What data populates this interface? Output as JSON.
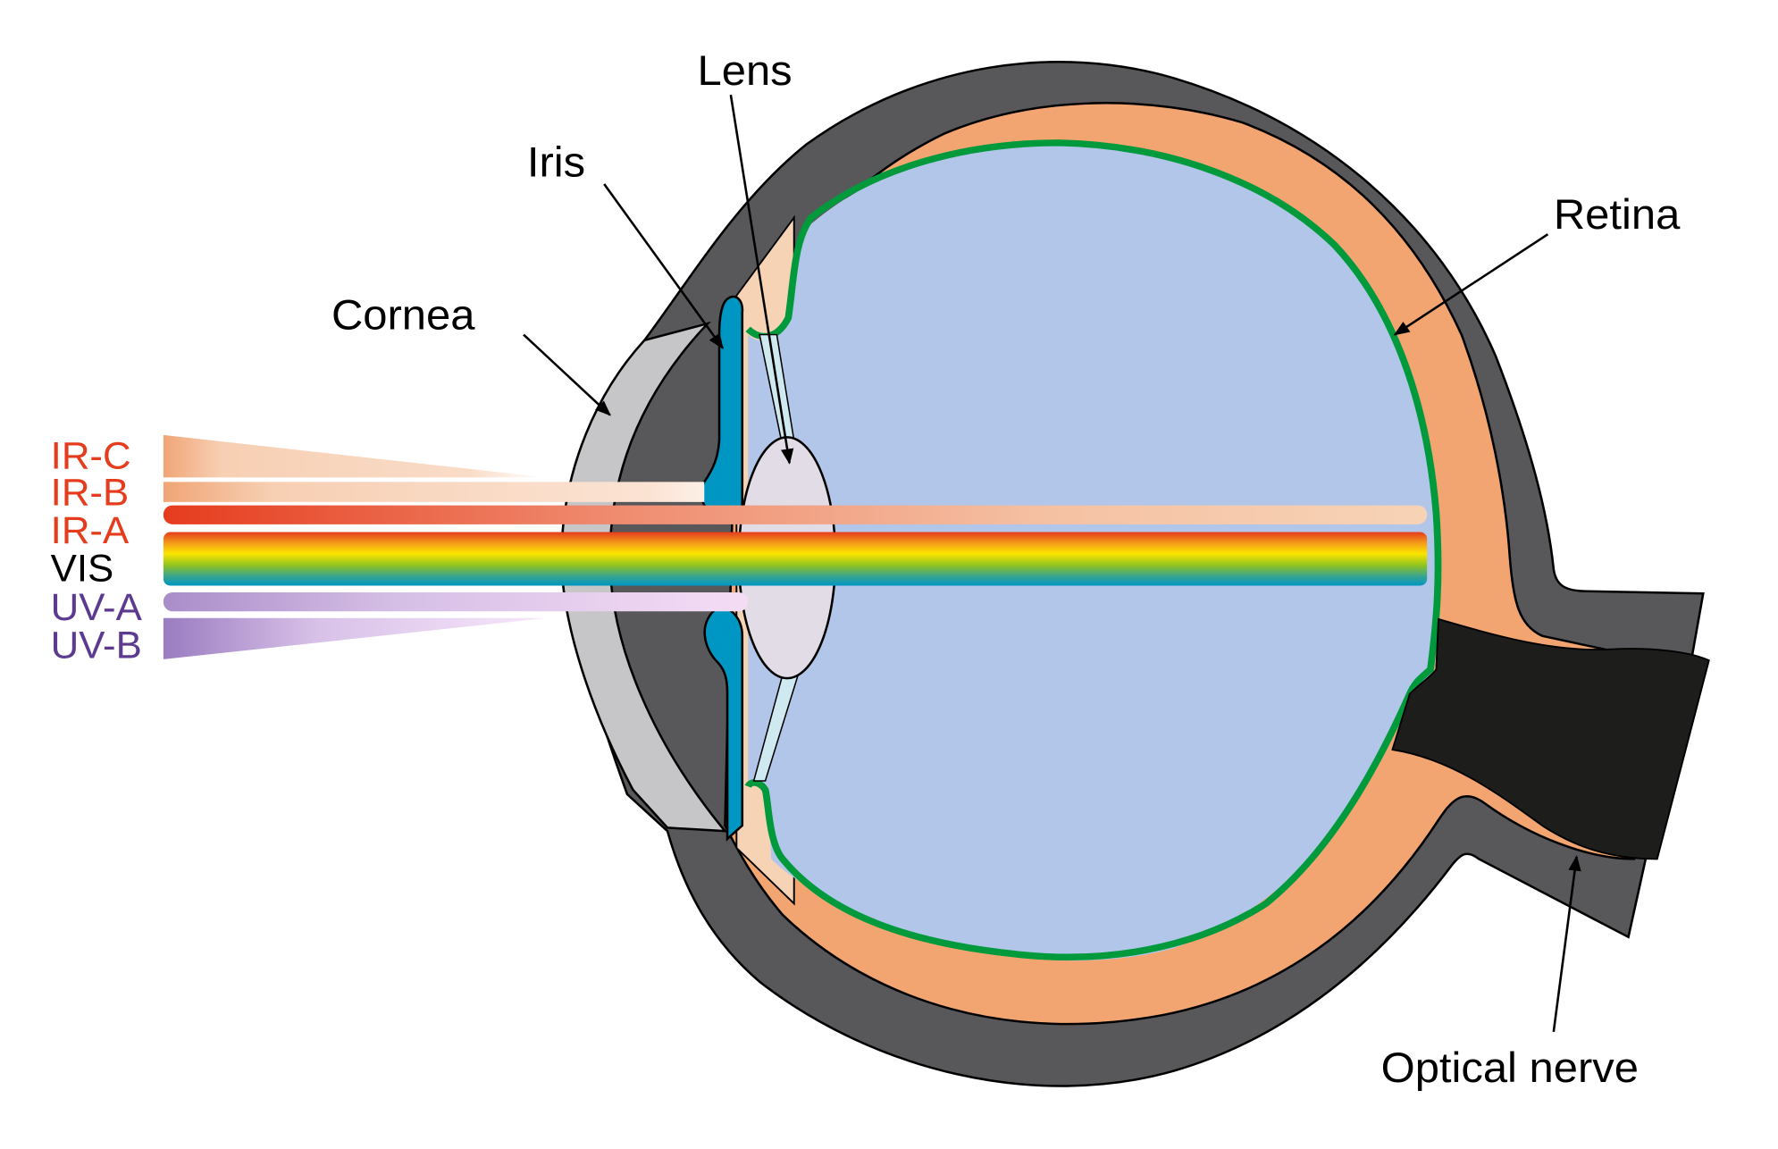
{
  "title": "Human eye cross-section with optical radiation bands",
  "labels": {
    "lens": "Lens",
    "iris": "Iris",
    "cornea": "Cornea",
    "retina": "Retina",
    "optical_nerve": "Optical nerve"
  },
  "bands": [
    {
      "label": "IR-C",
      "color": "#e63c1e"
    },
    {
      "label": "IR-B",
      "color": "#e63c1e"
    },
    {
      "label": "IR-A",
      "color": "#e63c1e"
    },
    {
      "label": "VIS",
      "color": "#000000"
    },
    {
      "label": "UV-A",
      "color": "#5b3a8f"
    },
    {
      "label": "UV-B",
      "color": "#5b3a8f"
    }
  ],
  "colors": {
    "sclera": "#58585a",
    "choroid": "#f2a571",
    "retina_line": "#009a3d",
    "vitreous": "#b1c6e8",
    "cornea": "#c6c6c8",
    "iris": "#0096c3",
    "lens": "#e1dce5",
    "ciliary": "#f7d3b6",
    "zonule": "#cfe9f0",
    "nerve": "#1d1d1b"
  }
}
